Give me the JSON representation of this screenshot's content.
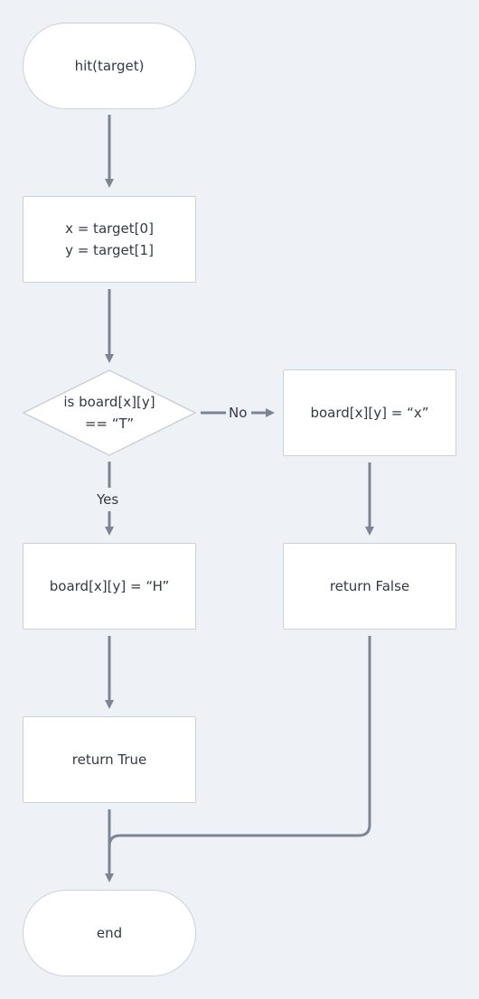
{
  "nodes": {
    "start": "hit(target)",
    "assign": "x = target[0]\ny = target[1]",
    "decision": "is board[x][y]\n== “T”",
    "set_hit": "board[x][y] = “H”",
    "set_miss": "board[x][y] = “x”",
    "return_true": "return True",
    "return_false": "return False",
    "end": "end"
  },
  "edge_labels": {
    "no": "No",
    "yes": "Yes"
  },
  "colors": {
    "background": "#eef2f6",
    "node_fill": "#ffffff",
    "node_border": "#c9d1db",
    "connector": "#7b8694",
    "text": "#333a44"
  }
}
